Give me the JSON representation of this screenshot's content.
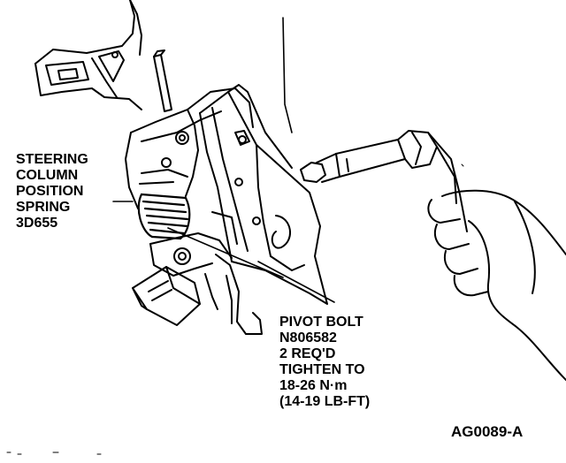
{
  "labels": {
    "spring": {
      "line1": "STEERING",
      "line2": "COLUMN",
      "line3": "POSITION",
      "line4": "SPRING",
      "line5": "3D655"
    },
    "bolt": {
      "line1": "PIVOT BOLT",
      "line2": "N806582",
      "line3": "2 REQ'D",
      "line4": "TIGHTEN TO",
      "line5": "18-26 N·m",
      "line6": "(14-19 LB-FT)"
    },
    "figure_id": "AG0089-A"
  },
  "colors": {
    "ink": "#000000",
    "paper": "#ffffff"
  }
}
